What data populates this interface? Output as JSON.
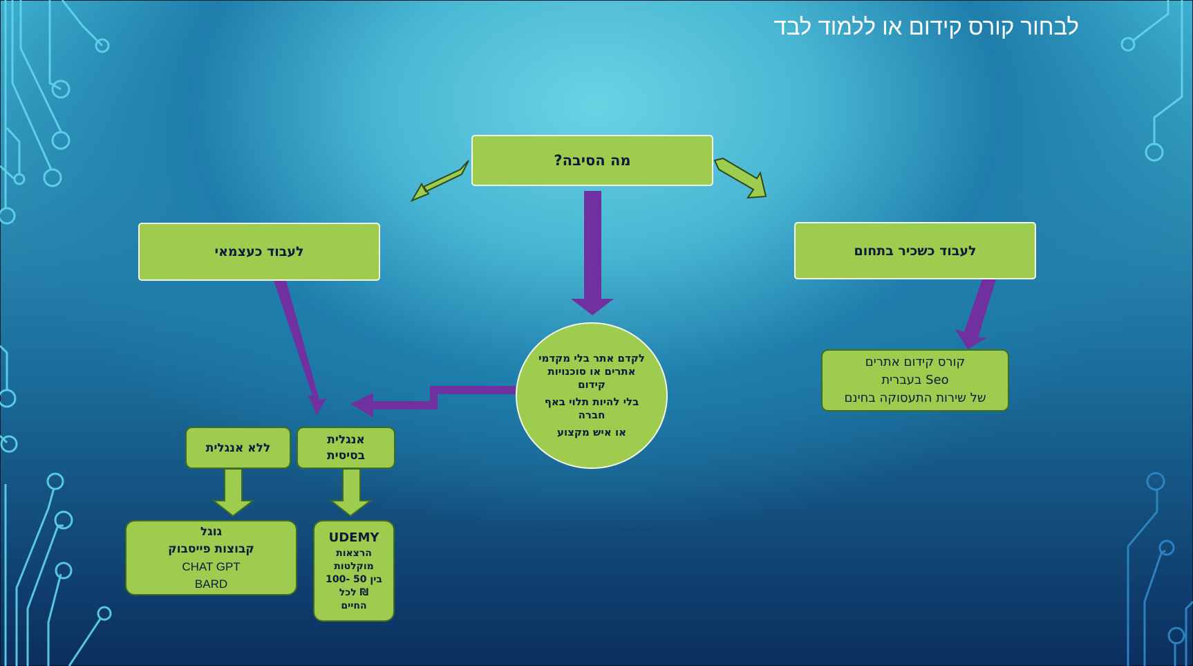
{
  "title": "לבחור קורס קידום או ללמוד לבד",
  "colors": {
    "box_fill": "#9dcc4e",
    "box_text": "#101a38",
    "arrow_purple": "#7030a0",
    "arrow_green": "#9dcc4e",
    "circuit": "#6fe0f0"
  },
  "nodes": {
    "question": "מה הסיבה?",
    "self_employed": "לעבוד כעצמאי",
    "employee": "לעבוד כשכיר בתחום",
    "reason": {
      "line1": "לקדם אתר בלי מקדמי אתרים או סוכנויות קידום",
      "line2": "בלי להיות תלוי באף חברה",
      "line3": "או איש מקצוע"
    },
    "course": {
      "line1": "קורס קידום אתרים",
      "line2": "Seo בעברית",
      "line3": "של שירות התעסוקה בחינם"
    },
    "no_english": "ללא אנגלית",
    "basic_english": {
      "line1": "אנגלית",
      "line2": "בסיסית"
    },
    "free_sources": {
      "line1": "גוגל",
      "line2": "קבוצות פייסבוק",
      "line3": "CHAT GPT",
      "line4": "BARD"
    },
    "udemy": {
      "line1": "UDEMY",
      "line2": "הרצאות",
      "line3": "מוקלטות",
      "line4": "בין 50 -100",
      "line5": "₪ לכל",
      "line6": "החיים"
    }
  }
}
